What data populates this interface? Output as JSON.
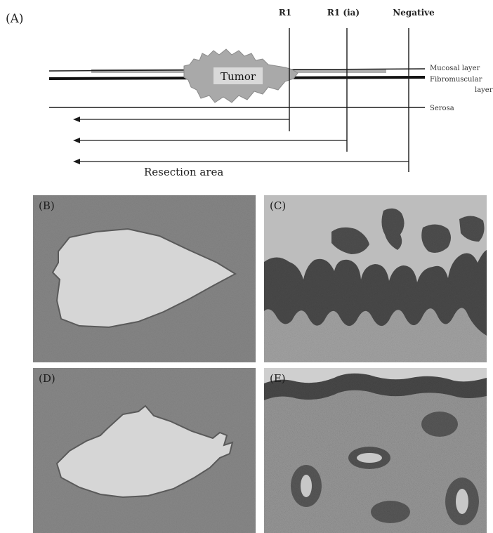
{
  "figure": {
    "panel_a": {
      "label": "(A)",
      "margin_labels": [
        "R1",
        "R1 (ia)",
        "Negative"
      ],
      "tumor_label": "Tumor",
      "layer_labels": {
        "mucosal": "Mucosal layer",
        "fibromuscular_line1": "Fibromuscular",
        "fibromuscular_line2": "layer",
        "serosa": "Serosa"
      },
      "resection_label": "Resection area"
    },
    "micrographs": {
      "b": {
        "label": "(B)"
      },
      "c": {
        "label": "(C)"
      },
      "d": {
        "label": "(D)"
      },
      "e": {
        "label": "(E)"
      }
    },
    "colors": {
      "line": "#1a1a1a",
      "tumor_fill": "#a9a9a9",
      "tumor_label_box": "#d9d9d9",
      "mucosa_band": "#b0b0b0",
      "lowpower_tissue": "#8d8d8d",
      "lumen": "#d6d6d6",
      "highpower_bg": "#b9b9b9",
      "epithelium": "#4a4a4a"
    }
  }
}
